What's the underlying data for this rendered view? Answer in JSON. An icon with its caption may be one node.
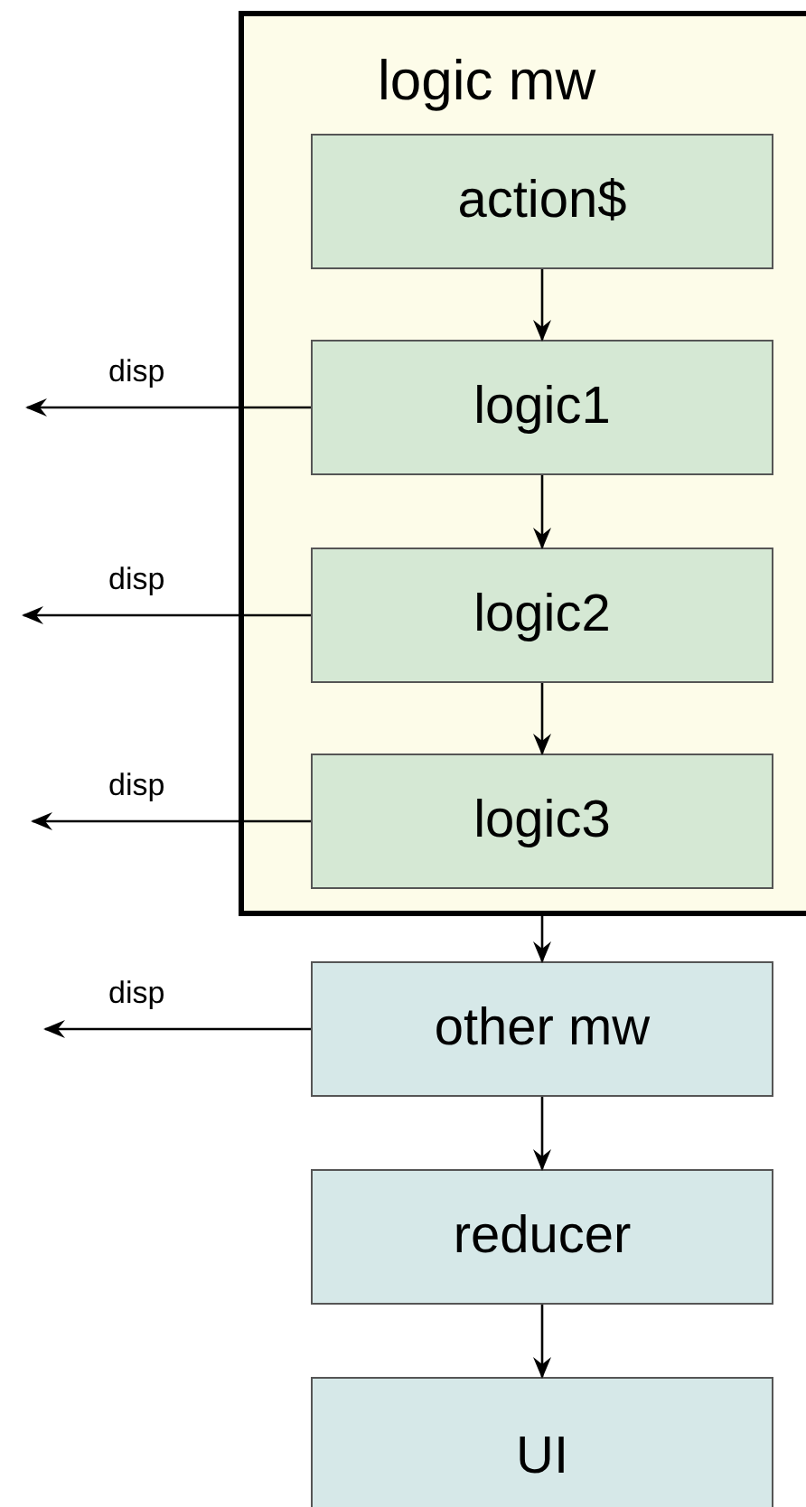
{
  "diagram": {
    "nodes": [
      {
        "text": [
          "logic mw"
        ]
      },
      {
        "text": [
          "action$"
        ],
        "in": 0
      },
      {
        "text": [
          "logic1"
        ],
        "in": 0
      },
      {
        "text": [
          "logic2"
        ],
        "in": 0
      },
      {
        "text": [
          "logic3"
        ],
        "in": 0
      },
      {
        "text": [
          "other mw"
        ]
      },
      {
        "text": [
          "reducer"
        ]
      },
      {
        "text": [
          "UI"
        ]
      }
    ],
    "edges": [
      {
        "from": 1,
        "to": 2,
        "arrow": "to"
      },
      {
        "from": 2,
        "to": null,
        "arrow": "to",
        "label": "disp"
      },
      {
        "from": 2,
        "to": 3,
        "arrow": "to"
      },
      {
        "from": 3,
        "to": null,
        "arrow": "to",
        "label": "disp"
      },
      {
        "from": 3,
        "to": 4,
        "arrow": "to"
      },
      {
        "from": 4,
        "to": null,
        "arrow": "to",
        "label": "disp"
      },
      {
        "from": 0,
        "to": 5,
        "arrow": "to"
      },
      {
        "from": 5,
        "to": null,
        "arrow": "to",
        "label": "disp"
      },
      {
        "from": 5,
        "to": 6,
        "arrow": "to"
      },
      {
        "from": 6,
        "to": 7,
        "arrow": "to"
      }
    ]
  }
}
